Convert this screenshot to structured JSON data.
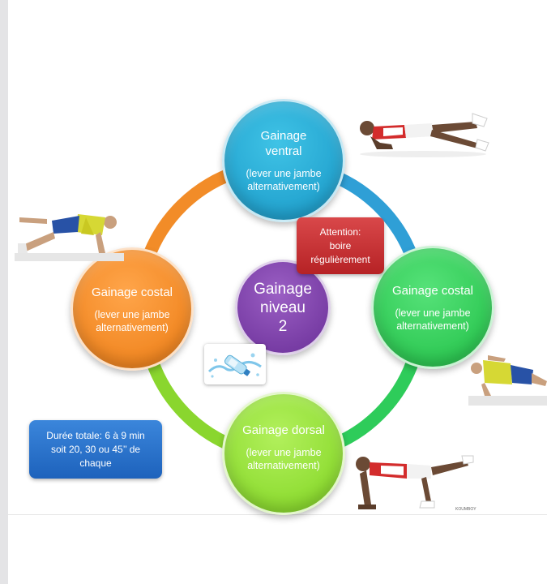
{
  "diagram": {
    "center": {
      "title": "Gainage\nniveau\n2",
      "color": "#7b3fa8"
    },
    "nodes": {
      "top": {
        "title": "Gainage\nventral",
        "subtitle": "(lever une jambe alternativement)",
        "color": "#29abd9"
      },
      "left": {
        "title": "Gainage costal",
        "subtitle": "(lever une jambe alternativement)",
        "color": "#f28c28"
      },
      "right": {
        "title": "Gainage costal",
        "subtitle": "(lever une jambe alternativement)",
        "color": "#2ecc5a"
      },
      "bottom": {
        "title": "Gainage dorsal",
        "subtitle": "(lever une jambe alternativement)",
        "color": "#95e03a"
      }
    },
    "ring_colors": [
      "#2f9fd6",
      "#2ecc5a",
      "#8ad62e",
      "#f28c28"
    ],
    "callouts": {
      "warning": {
        "text": "Attention:\nboire\nrégulièrement",
        "color": "#c8353a"
      },
      "duration": {
        "text": "Durée totale: 6 à 9 min\nsoit 20, 30 ou 45’’ de\nchaque",
        "color": "#2a74cf"
      }
    },
    "images": [
      {
        "icon": "water-bottle-icon"
      },
      {
        "icon": "plank-figure-icon"
      },
      {
        "icon": "side-plank-figure-icon"
      },
      {
        "icon": "side-plank-figure-icon"
      },
      {
        "icon": "reverse-plank-figure-icon"
      }
    ],
    "watermark": "KOUMBOY"
  }
}
